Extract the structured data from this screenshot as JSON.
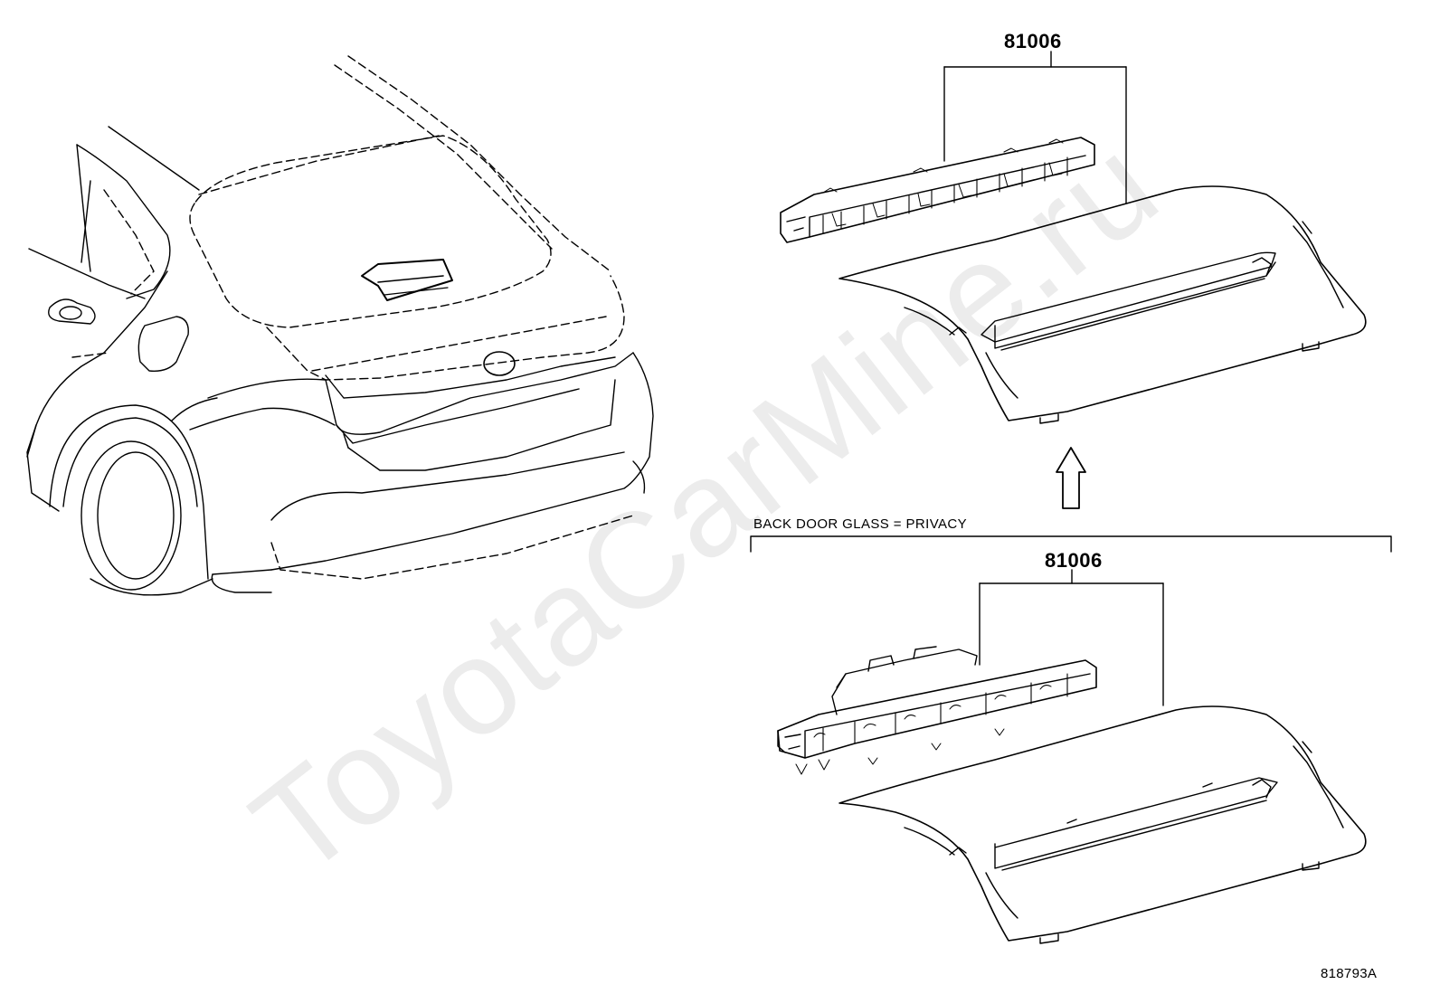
{
  "labels": {
    "part_upper": "81006",
    "part_lower": "81006",
    "condition_note": "BACK DOOR GLASS = PRIVACY",
    "illustration_code": "818793A"
  },
  "watermark": "ToyotaCarMine.ru",
  "colors": {
    "line": "#000000",
    "background": "#ffffff"
  }
}
